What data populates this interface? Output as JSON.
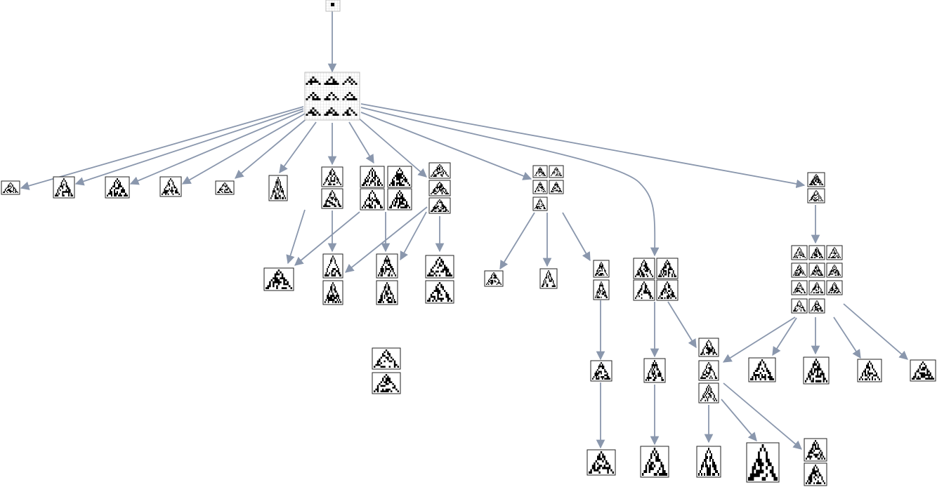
{
  "colors": {
    "edge": "#8a97ad",
    "frame": "#222222",
    "cell_on": "#000000",
    "cell_off": "#ffffff",
    "grid_bg": "#dcdcdc"
  },
  "nodes": [
    {
      "id": "root",
      "count": 1,
      "glyph": "seed"
    },
    {
      "id": "level1-grid",
      "count": 9,
      "glyph": "rule-icons"
    },
    {
      "id": "leaf-a",
      "count": 1,
      "glyph": "triangle-sparse"
    },
    {
      "id": "leaf-b",
      "count": 1,
      "glyph": "triangle-dense"
    },
    {
      "id": "leaf-c",
      "count": 1,
      "glyph": "triangle-hollow"
    },
    {
      "id": "leaf-d",
      "count": 1,
      "glyph": "triangle-fill"
    },
    {
      "id": "leaf-e",
      "count": 1,
      "glyph": "triangle-tiny"
    },
    {
      "id": "leaf-f",
      "count": 1,
      "glyph": "arrow"
    },
    {
      "id": "group-g",
      "count": 2,
      "glyph": "triangle-stack"
    },
    {
      "id": "group-h",
      "count": 4,
      "glyph": "triangle-quad"
    },
    {
      "id": "group-i",
      "count": 3,
      "glyph": "triangle-col"
    },
    {
      "id": "group-j",
      "count": 5,
      "glyph": "triangle-mix"
    },
    {
      "id": "group-k",
      "count": 4,
      "glyph": "triangle-quad"
    },
    {
      "id": "group-l",
      "count": 2,
      "glyph": "triangle-stack"
    },
    {
      "id": "group-m",
      "count": 11,
      "glyph": "triangle-grid"
    }
  ]
}
